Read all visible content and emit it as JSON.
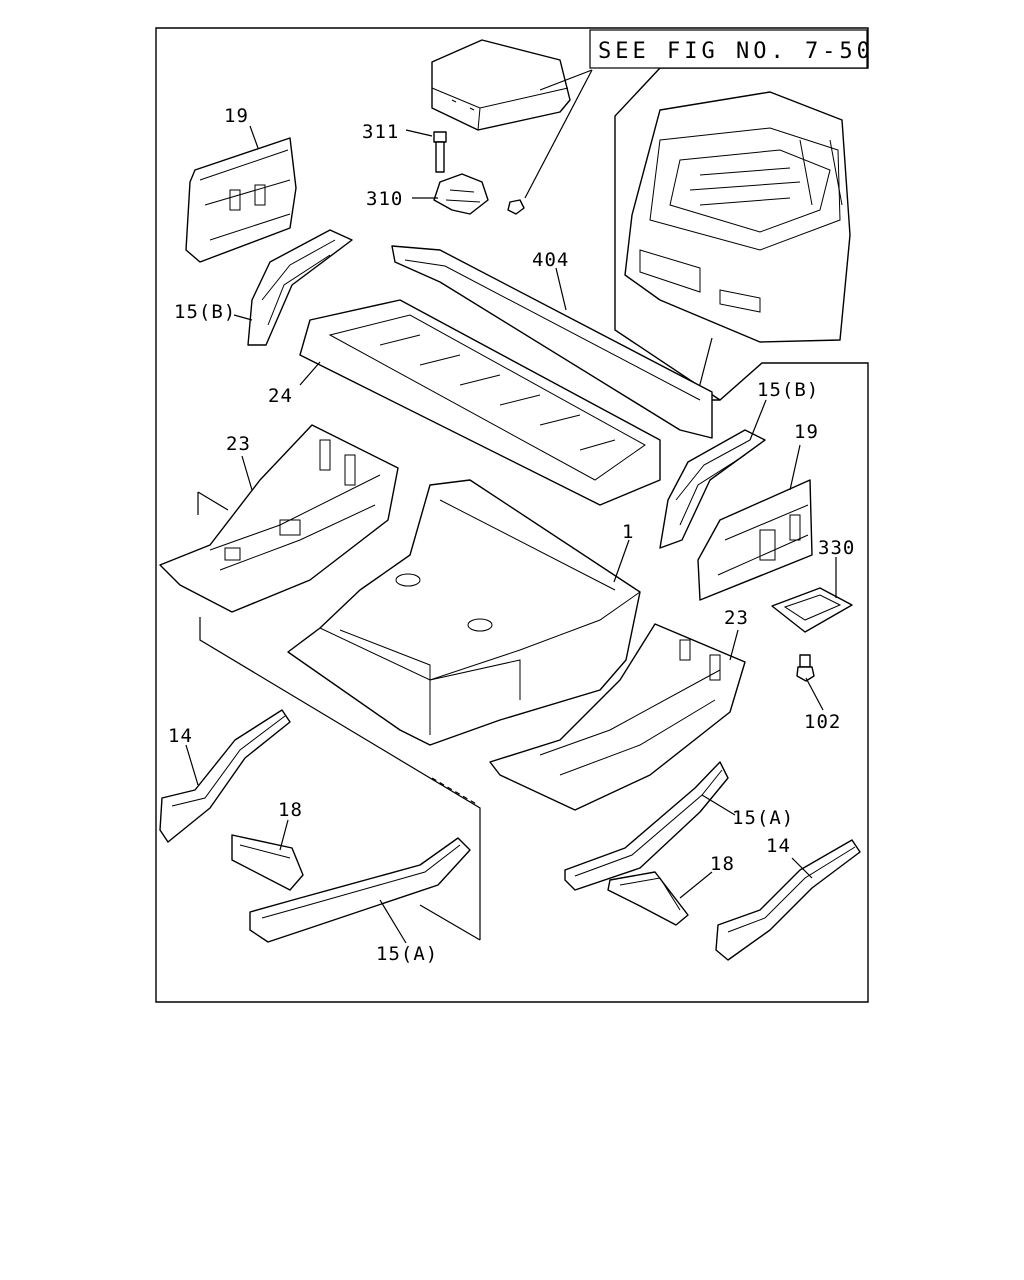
{
  "figure_reference": "SEE FIG NO. 7-50",
  "callouts": {
    "part_1": "1",
    "part_14_left": "14",
    "part_14_right": "14",
    "part_15a_left": "15(A)",
    "part_15a_right": "15(A)",
    "part_15b_left": "15(B)",
    "part_15b_right": "15(B)",
    "part_18_left": "18",
    "part_18_right": "18",
    "part_19_left": "19",
    "part_19_right": "19",
    "part_23_left": "23",
    "part_23_right": "23",
    "part_24": "24",
    "part_102": "102",
    "part_310": "310",
    "part_311": "311",
    "part_330": "330",
    "part_404": "404"
  }
}
